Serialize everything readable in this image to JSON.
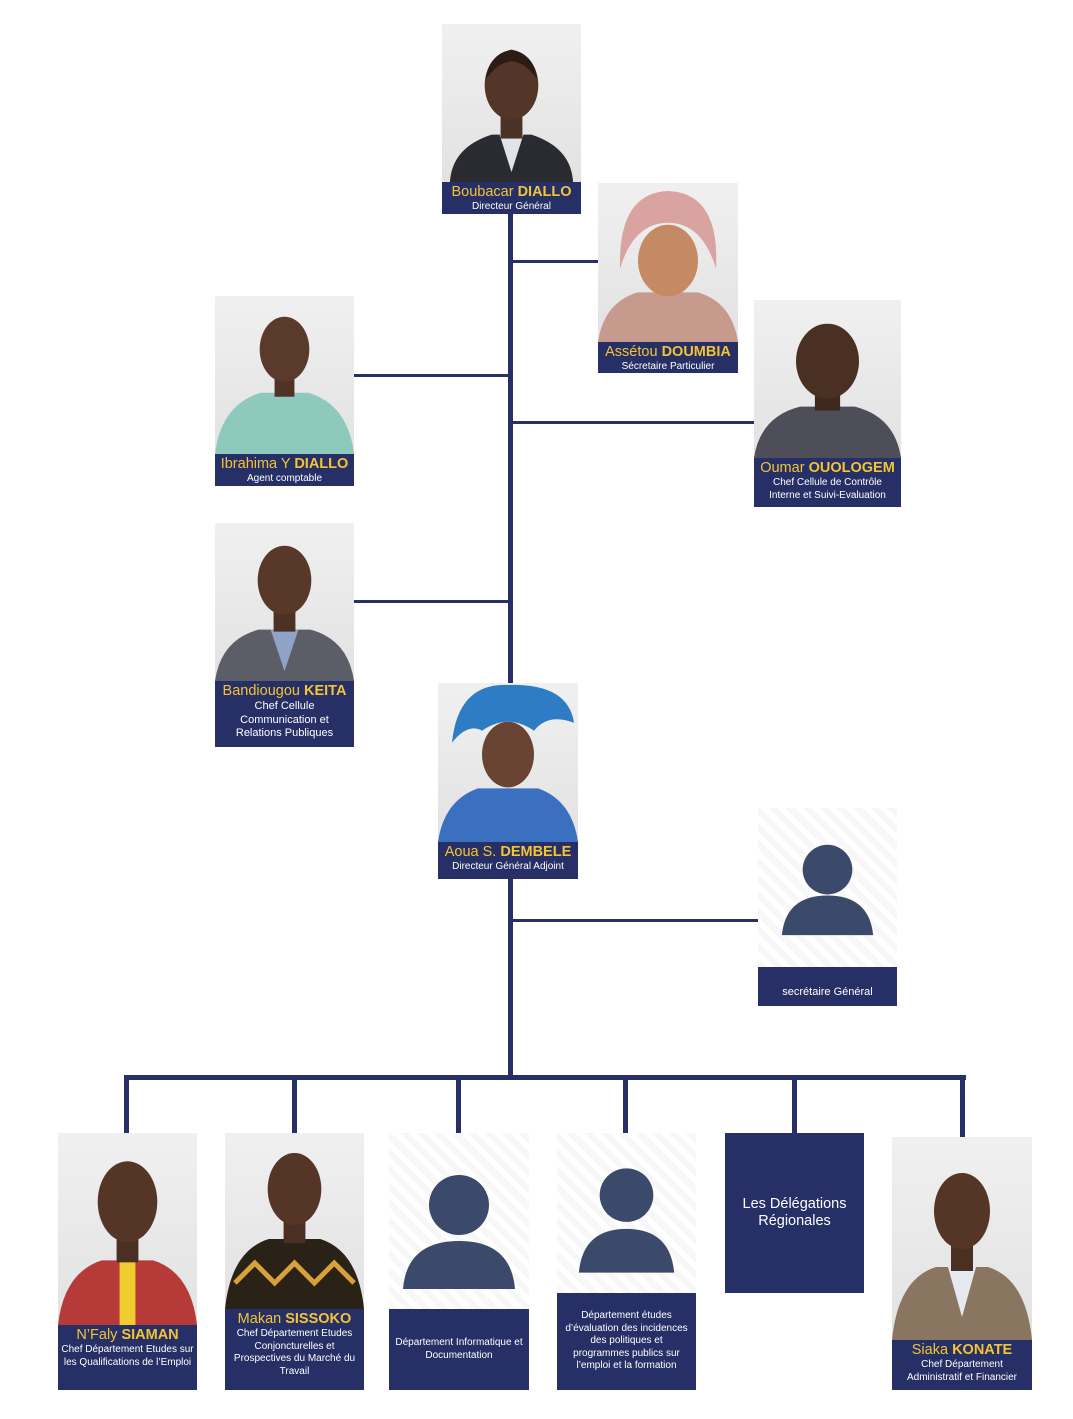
{
  "colors": {
    "navy": "#262f66",
    "gold": "#f3c533",
    "placeholder": "#3b4a6b"
  },
  "people": {
    "dg": {
      "first": "Boubacar",
      "last": "DIALLO",
      "role": "Directeur Général"
    },
    "sp": {
      "first": "Assétou",
      "last": "DOUMBIA",
      "role": "Sécretaire Particulier"
    },
    "ac": {
      "first": "Ibrahima Y",
      "last": "DIALLO",
      "role": "Agent comptable"
    },
    "ccise": {
      "first": "Oumar",
      "last": "OUOLOGEM",
      "role": "Chef Cellule de Contrôle Interne et Suivi-Evaluation"
    },
    "ccrp": {
      "first": "Bandiougou",
      "last": "KEITA",
      "role": "Chef Cellule Communication et Relations Publiques"
    },
    "dga": {
      "first": "Aoua S.",
      "last": "DEMBELE",
      "role": "Directeur Général Adjoint"
    },
    "deqe": {
      "first": "N’Faly",
      "last": "SIAMAN",
      "role": "Chef Département Etudes sur les Qualifications de l’Emploi"
    },
    "decp": {
      "first": "Makan",
      "last": "SISSOKO",
      "role": "Chef  Département Etudes Conjoncturelles et Prospectives du Marché du Travail"
    },
    "daf": {
      "first": "Siaka",
      "last": "KONATE",
      "role": "Chef Département Administratif et Financier"
    }
  },
  "vacant": {
    "sg": "secrétaire Général",
    "did": "Département Informatique et Documentation",
    "deeipp": "Département études d’évaluation des incidences des politiques et programmes publics sur l’emploi et la formation"
  },
  "delegations": "Les Délégations Régionales",
  "icons": {
    "person": "person-placeholder-icon"
  }
}
